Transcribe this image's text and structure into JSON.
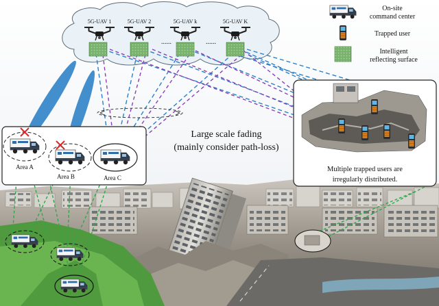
{
  "uavs": [
    {
      "label": "5G-UAV 1"
    },
    {
      "label": "5G-UAV 2"
    },
    {
      "label": "5G-UAV k"
    },
    {
      "label": "5G-UAV K"
    }
  ],
  "uav_dots": "......",
  "legend": {
    "command_center": [
      "On-site",
      "command center"
    ],
    "trapped_user": "Trapped user",
    "irs": [
      "Intelligent",
      "reflecting surface"
    ]
  },
  "areas": [
    {
      "label": "Area A",
      "disabled": true
    },
    {
      "label": "Area B",
      "disabled": true
    },
    {
      "label": "Area C",
      "disabled": false
    }
  ],
  "fading": [
    "Large scale fading",
    "(mainly consider path-loss)"
  ],
  "users_note": [
    "Multiple trapped users are",
    "irregularly distributed."
  ],
  "colors": {
    "uav_user_link": "#2b7fc8",
    "uav_irs_link": "#8a3fb8",
    "ground_link": "#2ea84a",
    "beam": "#2f82c8",
    "cross": "#d42a2a",
    "irs_fill": "#8cc07a",
    "irs_grid": "#3d7f3a",
    "truck_cab": "#2c3e50",
    "phone_body": "#e68a1f"
  }
}
